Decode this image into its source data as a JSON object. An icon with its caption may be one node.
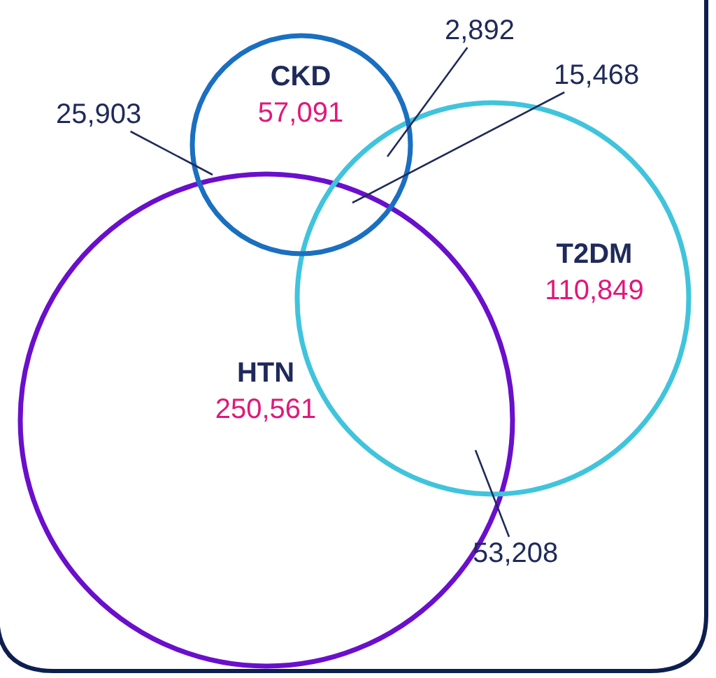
{
  "diagram": {
    "nodes": [
      {
        "text": [
          "CKD",
          "57,091"
        ]
      },
      {
        "text": [
          "2,892"
        ]
      },
      {
        "text": [
          "15,468"
        ]
      },
      {
        "text": [
          "25,903"
        ]
      },
      {
        "text": [
          "T2DM",
          "110,849"
        ]
      },
      {
        "text": [
          "HTN",
          "250,561"
        ]
      },
      {
        "text": [
          "53,208"
        ]
      }
    ],
    "edges": [
      {
        "from": 3,
        "to": 0,
        "arrow": "none"
      },
      {
        "from": 1,
        "to": 0,
        "arrow": "none"
      },
      {
        "from": 2,
        "to": 0,
        "arrow": "none"
      },
      {
        "from": 6,
        "to": 4,
        "arrow": "none"
      }
    ]
  }
}
